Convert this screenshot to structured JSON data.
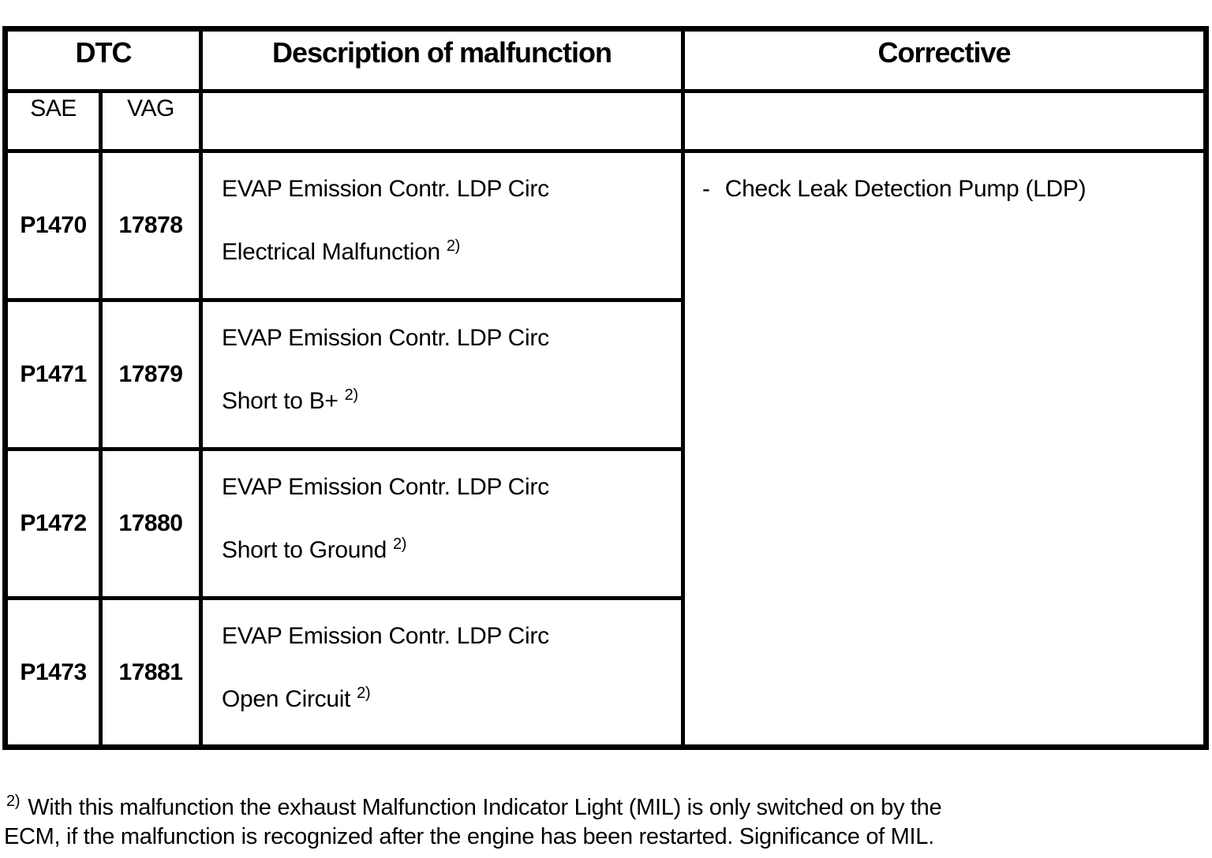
{
  "page": {
    "background_color": "#ffffff",
    "text_color": "#000000"
  },
  "table": {
    "header": {
      "dtc": "DTC",
      "description": "Description of malfunction",
      "corrective": "Corrective"
    },
    "subheader": {
      "sae": "SAE",
      "vag": "VAG"
    },
    "rows": [
      {
        "sae_code": "P1470",
        "vag_code": "17878",
        "description_line1": "EVAP Emission Contr. LDP Circ",
        "description_line2": "Electrical Malfunction",
        "footnote_ref": "2)"
      },
      {
        "sae_code": "P1471",
        "vag_code": "17879",
        "description_line1": "EVAP Emission Contr. LDP Circ",
        "description_line2": "Short to B+",
        "footnote_ref": "2)"
      },
      {
        "sae_code": "P1472",
        "vag_code": "17880",
        "description_line1": "EVAP Emission Contr. LDP Circ",
        "description_line2": "Short to Ground",
        "footnote_ref": "2)"
      },
      {
        "sae_code": "P1473",
        "vag_code": "17881",
        "description_line1": "EVAP Emission Contr. LDP Circ",
        "description_line2": "Open Circuit",
        "footnote_ref": "2)"
      }
    ],
    "corrective_cell": {
      "dash": "-",
      "action": "Check Leak Detection Pump (LDP)"
    }
  },
  "footnote": {
    "ref": "2)",
    "line1": "With this malfunction the exhaust Malfunction Indicator Light (MIL) is only switched on by the",
    "line2": "ECM, if the malfunction is recognized after the engine has been restarted. Significance of MIL."
  }
}
